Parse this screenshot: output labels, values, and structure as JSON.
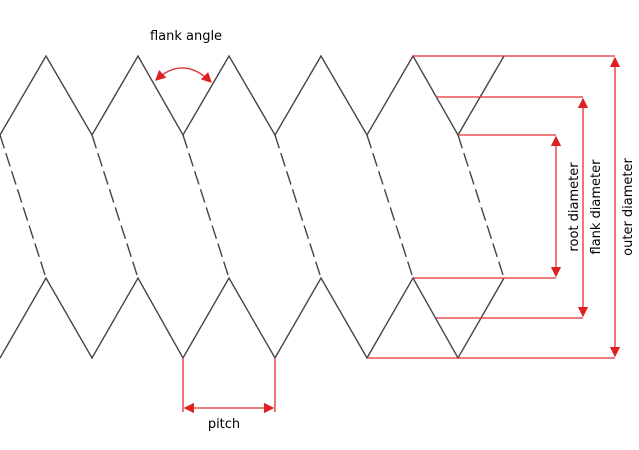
{
  "title": "Screw thread dimensions",
  "labels": {
    "flank_angle": "flank angle",
    "pitch": "pitch",
    "root_diameter": "root diameter",
    "flank_diameter": "flank diameter",
    "outer_diameter": "outer diameter"
  },
  "colors": {
    "thread": "#444444",
    "dimension": "#e03030"
  }
}
